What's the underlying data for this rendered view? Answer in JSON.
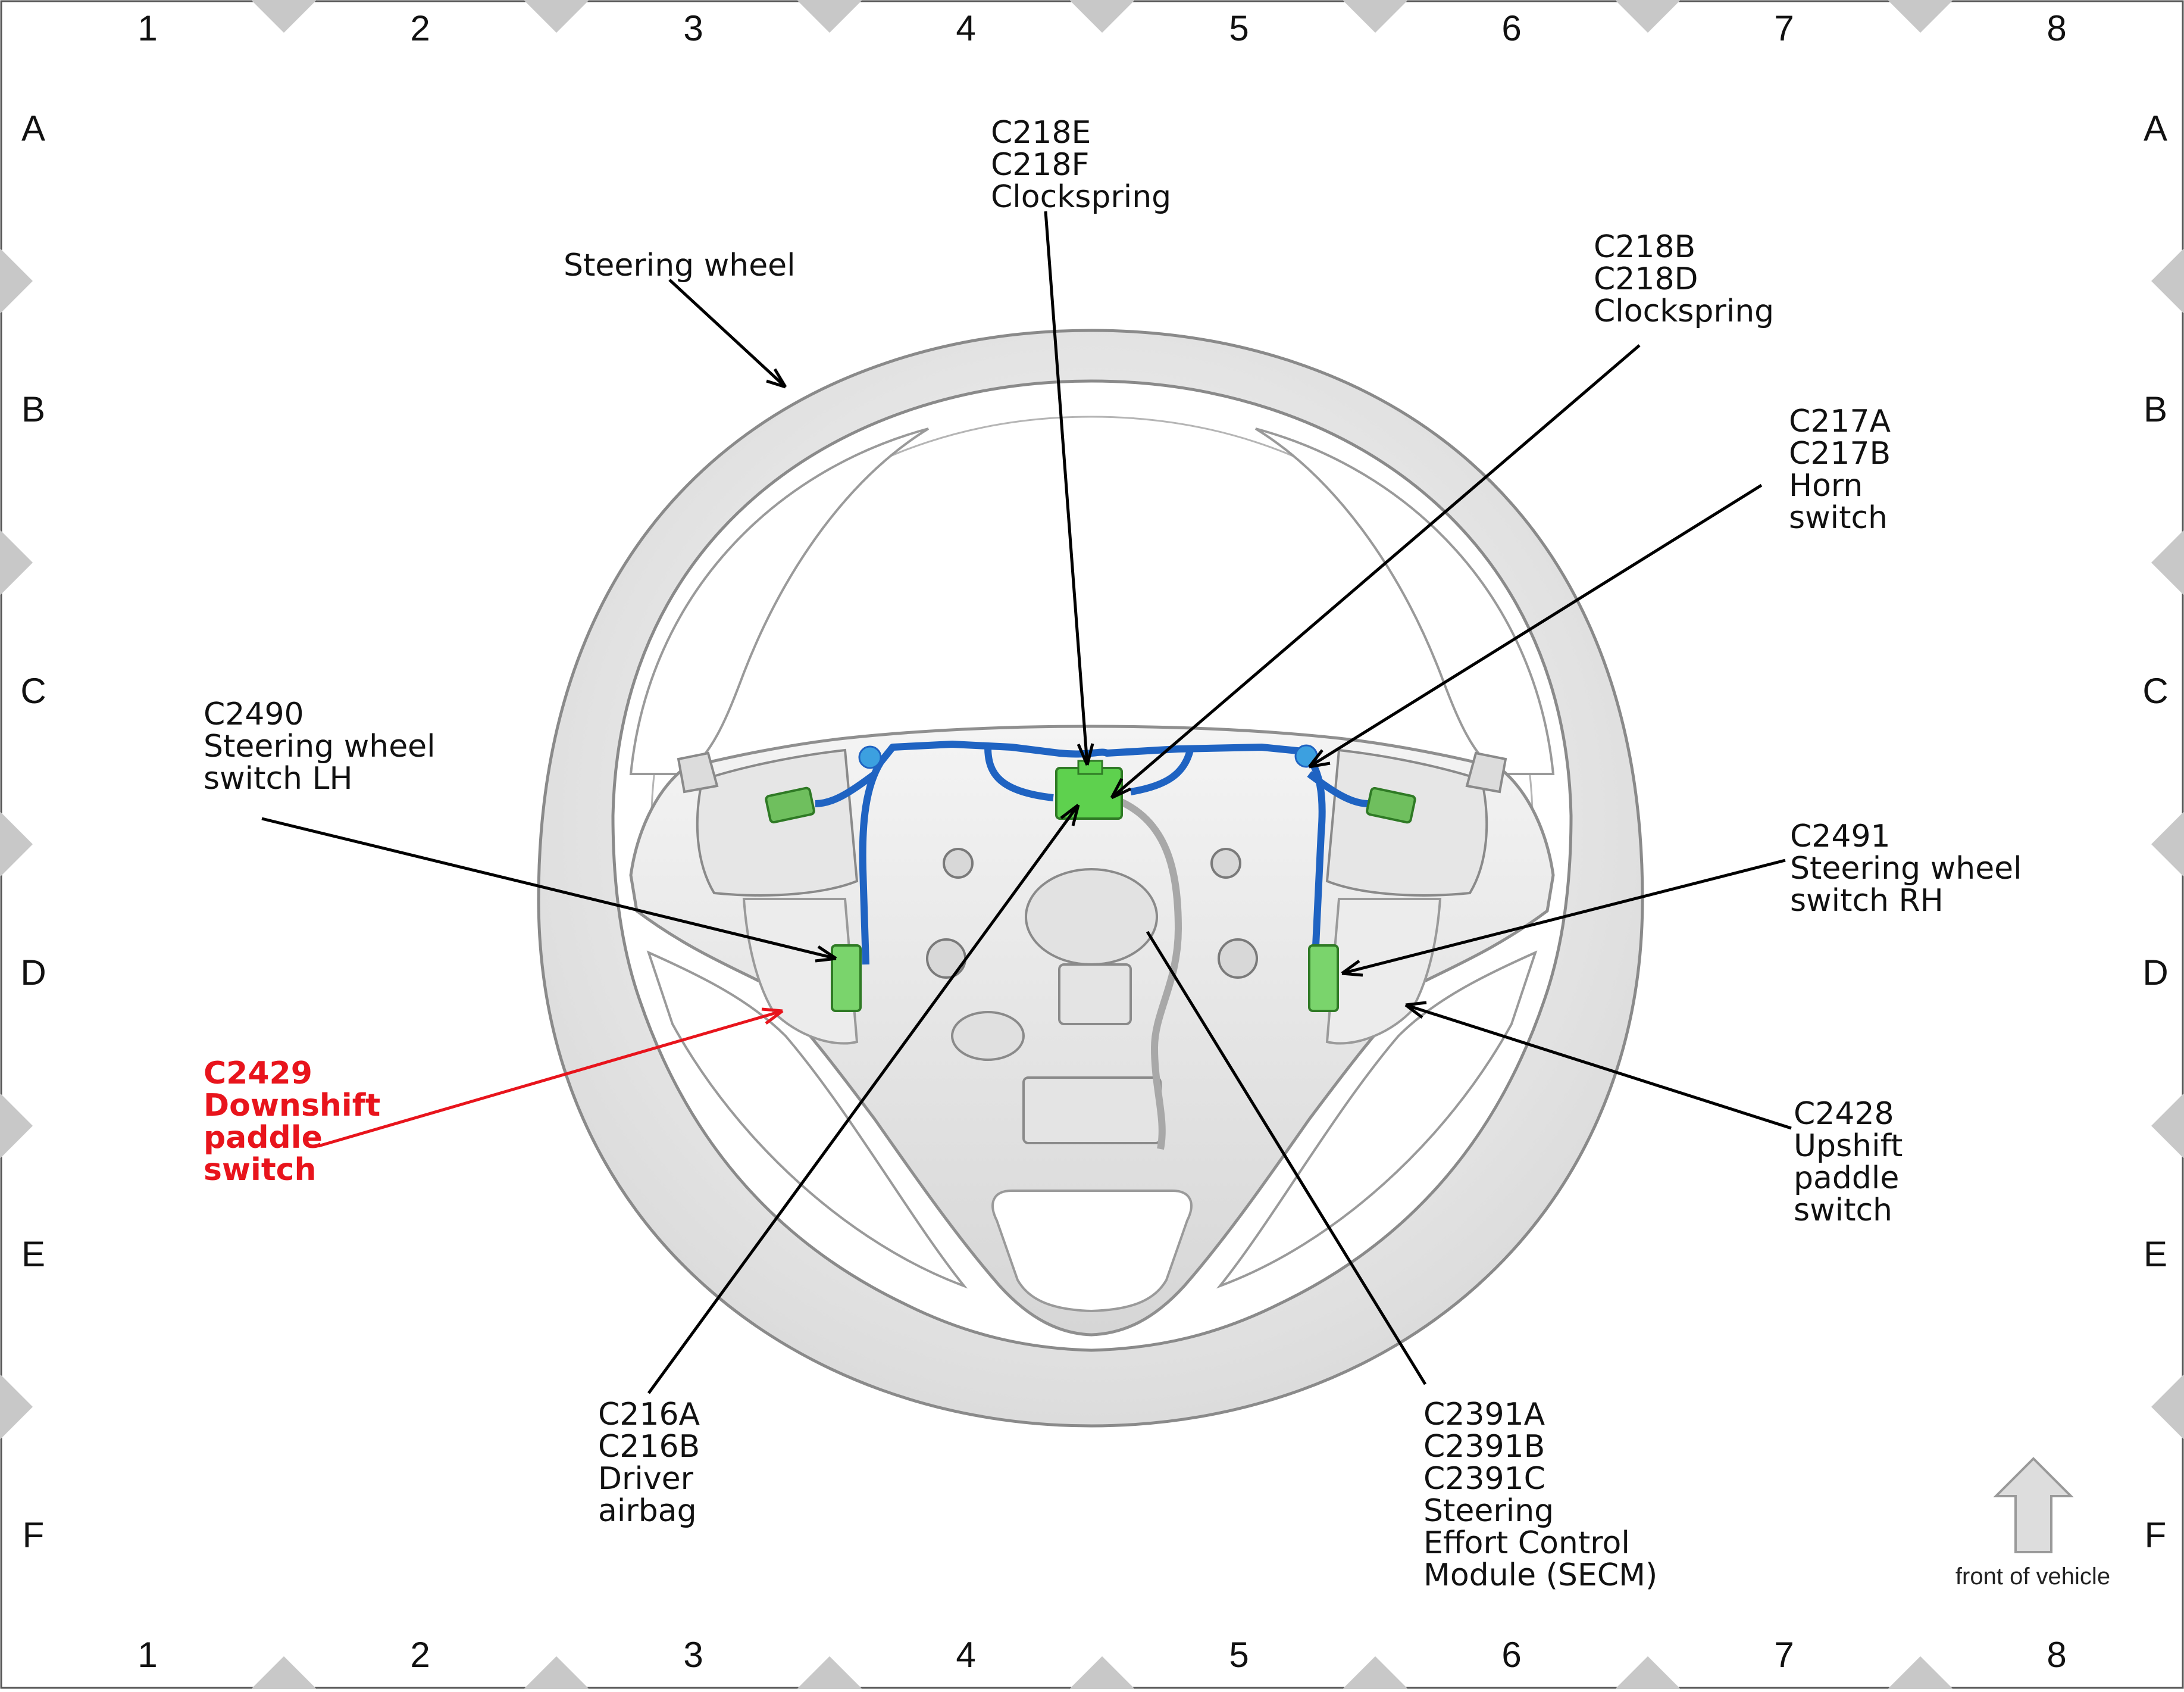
{
  "grid": {
    "columns": [
      "1",
      "2",
      "3",
      "4",
      "5",
      "6",
      "7",
      "8"
    ],
    "rows": [
      "A",
      "B",
      "C",
      "D",
      "E",
      "F"
    ]
  },
  "labels": {
    "steering_wheel": [
      "Steering wheel"
    ],
    "c218ef": [
      "C218E",
      "C218F",
      "Clockspring"
    ],
    "c218bd": [
      "C218B",
      "C218D",
      "Clockspring"
    ],
    "c217": [
      "C217A",
      "C217B",
      "Horn",
      "switch"
    ],
    "c2490": [
      "C2490",
      "Steering wheel",
      "switch LH"
    ],
    "c2491": [
      "C2491",
      "Steering wheel",
      "switch RH"
    ],
    "c2429": [
      "C2429",
      "Downshift",
      "paddle",
      "switch"
    ],
    "c2428": [
      "C2428",
      "Upshift",
      "paddle",
      "switch"
    ],
    "c216": [
      "C216A",
      "C216B",
      "Driver",
      "airbag"
    ],
    "c2391": [
      "C2391A",
      "C2391B",
      "C2391C",
      "Steering",
      "Effort Control",
      "Module (SECM)"
    ]
  },
  "front_indicator": {
    "label": "front of vehicle",
    "icon": "up-arrow-icon"
  },
  "colors": {
    "highlight": "#e8141c",
    "harness": "#1f63c2",
    "connector": "#5ed14e",
    "grid_marker": "#c8c8c8"
  }
}
